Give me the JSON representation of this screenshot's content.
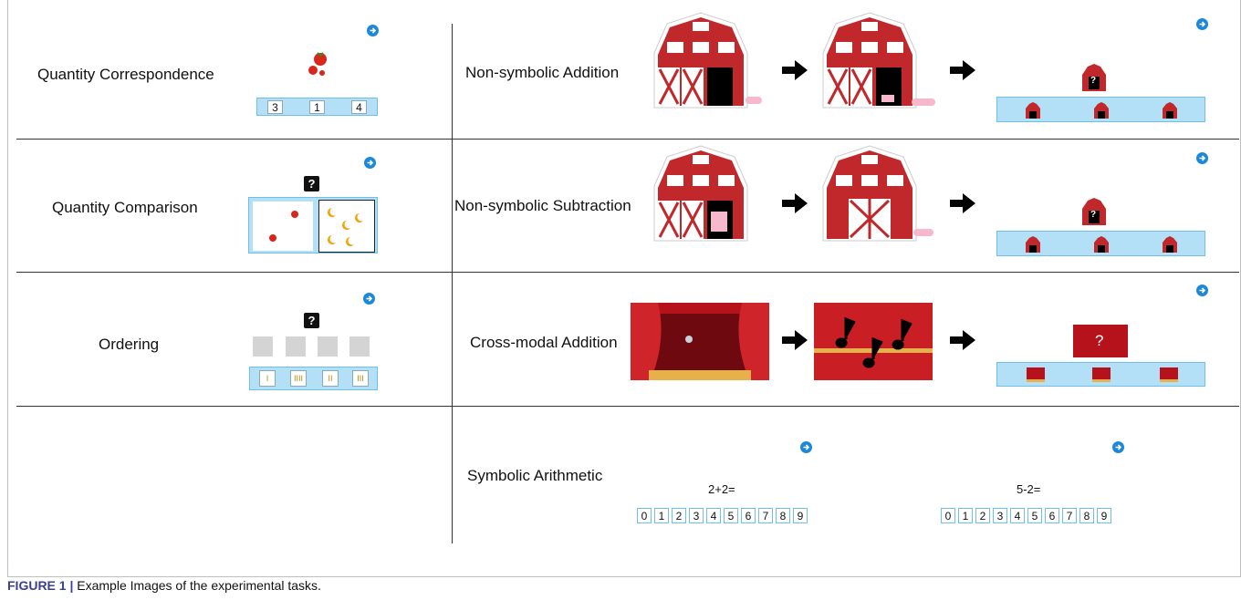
{
  "tasks": {
    "quantity_correspondence": {
      "label": "Quantity Correspondence",
      "options": [
        "3",
        "1",
        "4"
      ]
    },
    "quantity_comparison": {
      "label": "Quantity Comparison",
      "question_mark": "?"
    },
    "ordering": {
      "label": "Ordering",
      "question_mark": "?",
      "options": [
        "I",
        "IIII",
        "II",
        "III"
      ]
    },
    "non_symbolic_addition": {
      "label": "Non-symbolic Addition",
      "question_mark": "?"
    },
    "non_symbolic_subtraction": {
      "label": "Non-symbolic Subtraction",
      "question_mark": "?"
    },
    "cross_modal_addition": {
      "label": "Cross-modal Addition",
      "question_mark": "?"
    },
    "symbolic_arithmetic": {
      "label": "Symbolic Arithmetic",
      "problems": [
        "2+2=",
        "5-2="
      ],
      "number_line": [
        "0",
        "1",
        "2",
        "3",
        "4",
        "5",
        "6",
        "7",
        "8",
        "9"
      ]
    }
  },
  "caption": {
    "prefix": "FIGURE 1 |",
    "text": " Example Images of the experimental tasks."
  },
  "colors": {
    "next_icon": "#1e88d8",
    "bar_fill": "#b3e0f7",
    "barn_red": "#c0282b",
    "curtain_red": "#b5121b",
    "caption_blue": "#3a3f94"
  }
}
